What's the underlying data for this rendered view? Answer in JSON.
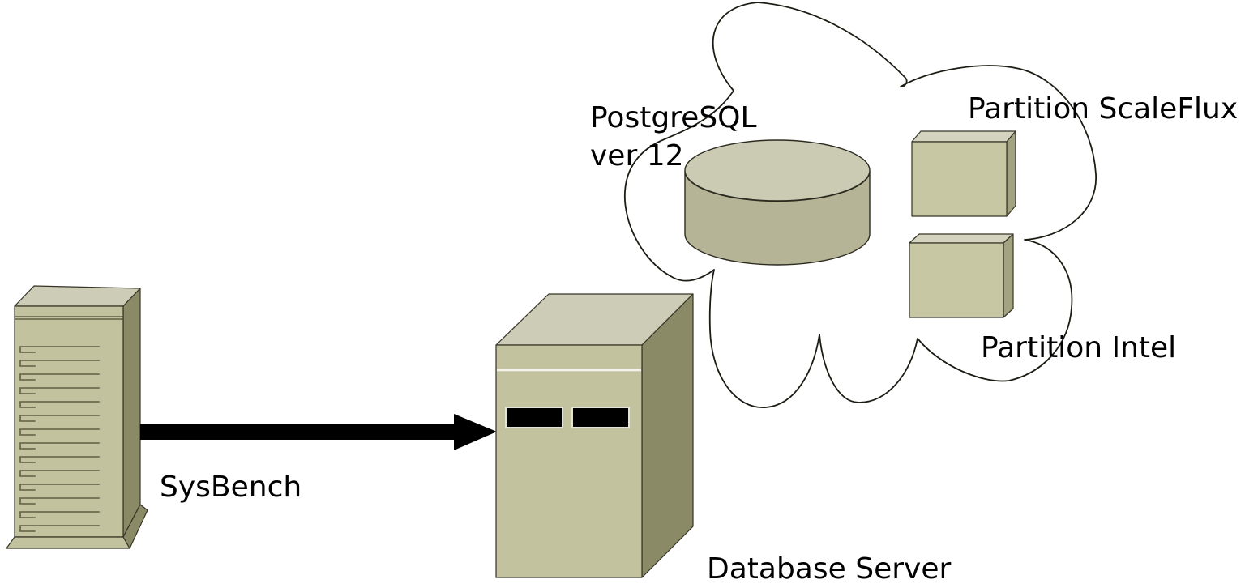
{
  "diagram": {
    "labels": {
      "client": "SysBench",
      "server": "Database Server",
      "database_line1": "PostgreSQL",
      "database_line2": "ver 12",
      "partition_top": "Partition ScaleFlux",
      "partition_bottom": "Partition Intel"
    },
    "colors": {
      "background": "#ffffff",
      "line": "#1c1c14",
      "text": "#000000",
      "arrow": "#000000",
      "machine_front": "#c3c29e",
      "machine_top": "#cdccb6",
      "machine_side": "#8b8a66",
      "machine_detail": "#5f5e42",
      "cylinder_top": "#cbcab3",
      "cylinder_body": "#b5b496",
      "box_front": "#c8c7a4",
      "box_top": "#d4d3bf",
      "box_side": "#a3a281",
      "slot": "#000000",
      "band_line": "#f4f4ec"
    }
  }
}
